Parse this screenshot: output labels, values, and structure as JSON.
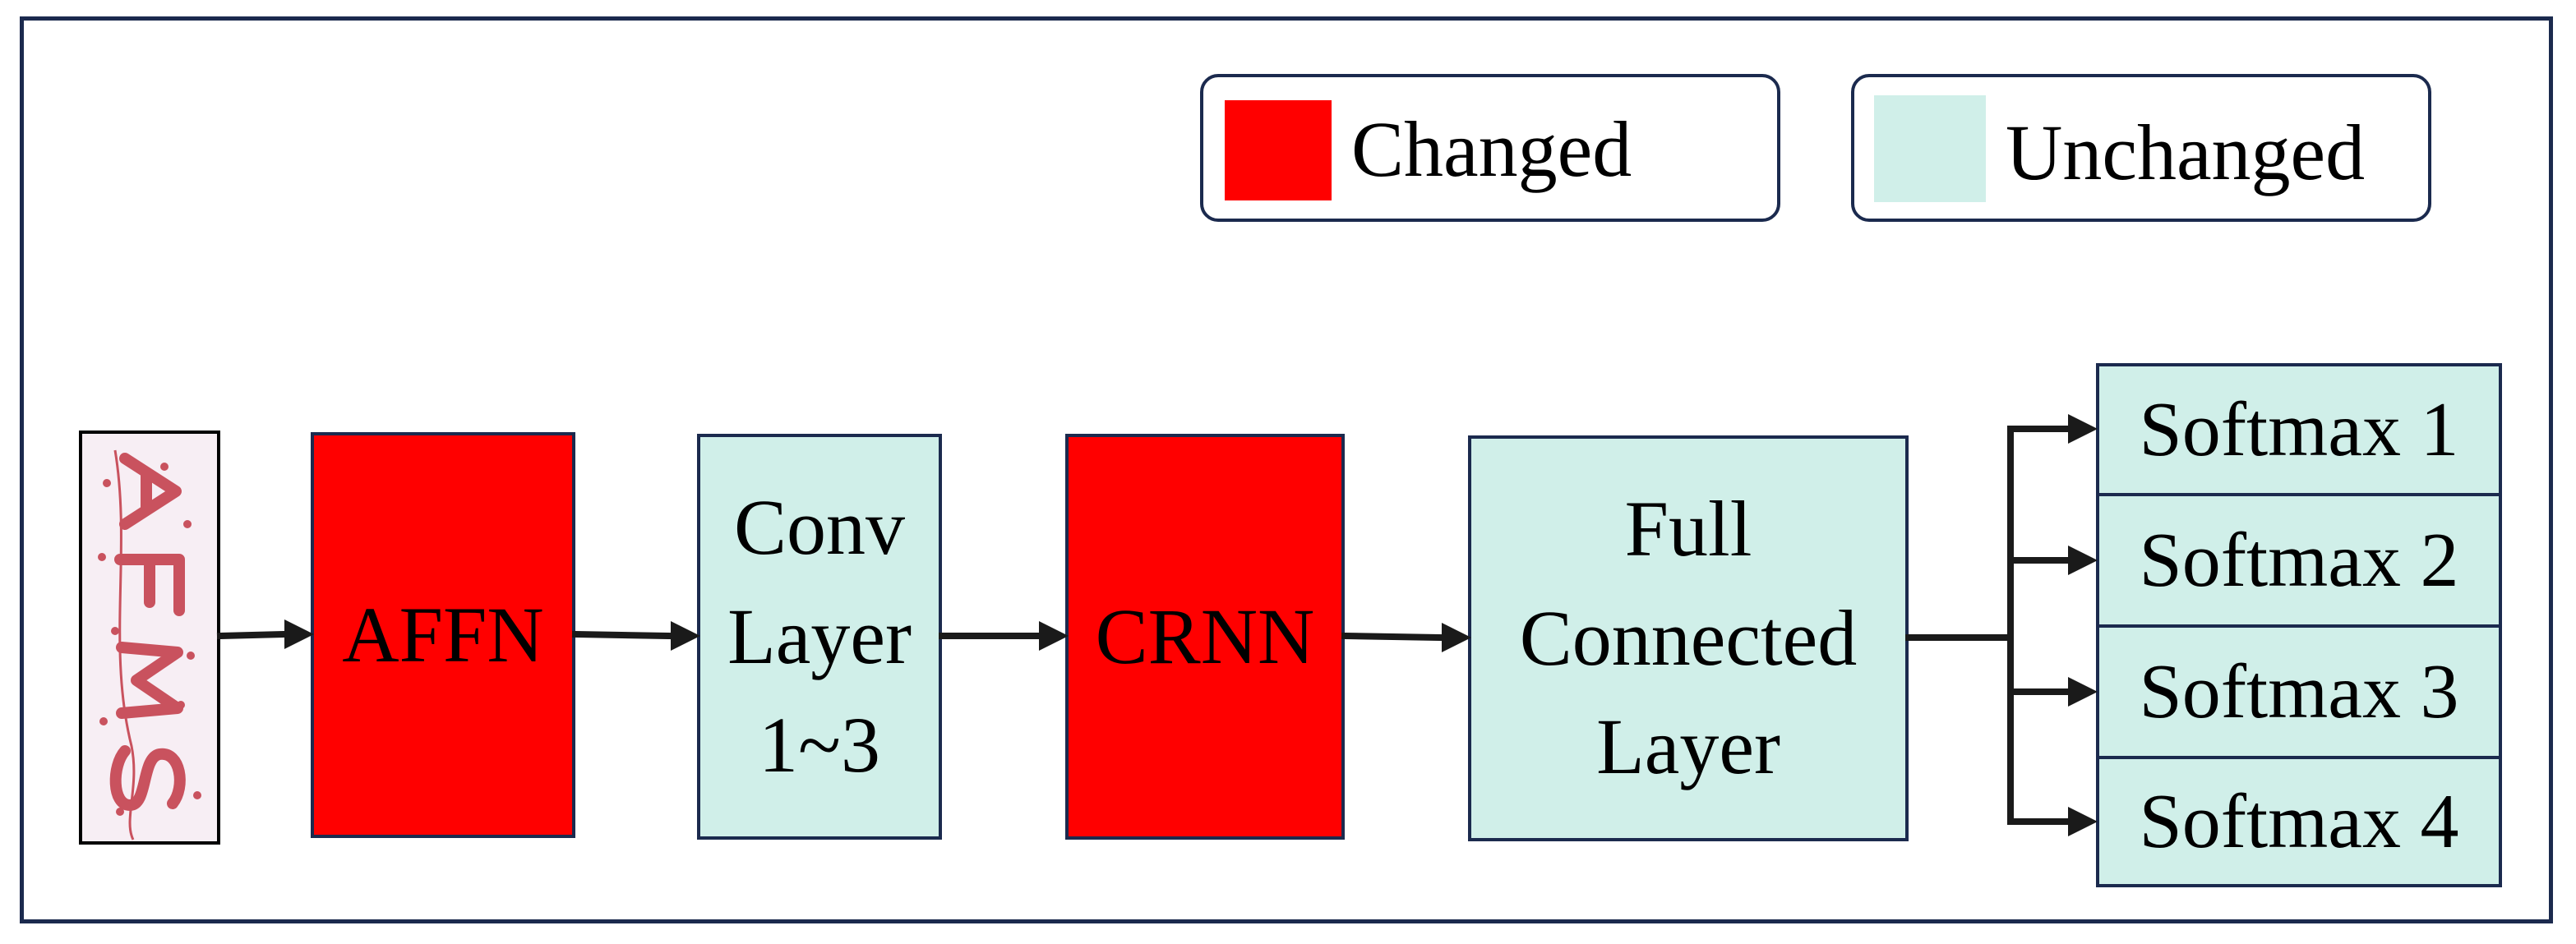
{
  "legend": {
    "changed": {
      "label": "Changed",
      "color": "#ff0000"
    },
    "unchanged": {
      "label": "Unchanged",
      "color": "#d0efe9"
    }
  },
  "input_image": {
    "captcha_text": "AFMS",
    "ink_color": "#c9525e"
  },
  "blocks": {
    "affn": {
      "lines": [
        "AFFN"
      ],
      "status": "changed"
    },
    "conv": {
      "lines": [
        "Conv",
        "Layer",
        "1~3"
      ],
      "status": "unchanged"
    },
    "crnn": {
      "lines": [
        "CRNN"
      ],
      "status": "changed"
    },
    "fc": {
      "lines": [
        "Full",
        "Connected",
        "Layer"
      ],
      "status": "unchanged"
    }
  },
  "outputs": [
    "Softmax 1",
    "Softmax 2",
    "Softmax 3",
    "Softmax 4"
  ],
  "colors": {
    "border": "#1b2a4e",
    "arrow": "#1a1a1a"
  }
}
